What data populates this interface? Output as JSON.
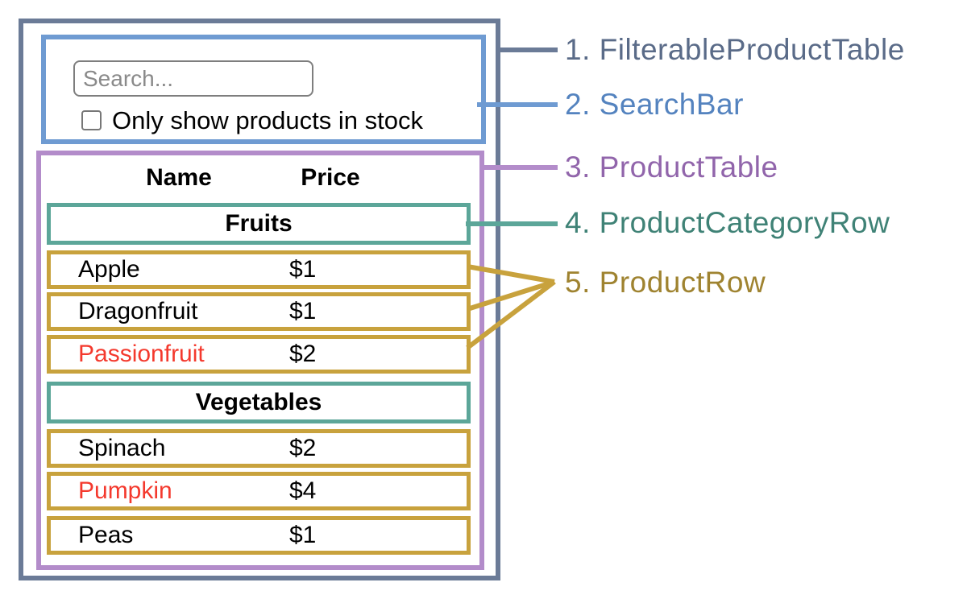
{
  "search_bar": {
    "placeholder": "Search...",
    "checkbox_label": "Only show products in stock",
    "checkbox_checked": false
  },
  "product_table": {
    "headers": {
      "name": "Name",
      "price": "Price"
    },
    "sections": [
      {
        "category": "Fruits",
        "rows": [
          {
            "name": "Apple",
            "price": "$1",
            "name_color": "#000000"
          },
          {
            "name": "Dragonfruit",
            "price": "$1",
            "name_color": "#000000"
          },
          {
            "name": "Passionfruit",
            "price": "$2",
            "name_color": "#F4392D"
          }
        ]
      },
      {
        "category": "Vegetables",
        "rows": [
          {
            "name": "Spinach",
            "price": "$2",
            "name_color": "#000000"
          },
          {
            "name": "Pumpkin",
            "price": "$4",
            "name_color": "#F4392D"
          },
          {
            "name": "Peas",
            "price": "$1",
            "name_color": "#000000"
          }
        ]
      }
    ]
  },
  "legend": [
    {
      "label": "1. FilterableProductTable",
      "color": "#5A6B88",
      "line_color": "#6B7B97"
    },
    {
      "label": "2. SearchBar",
      "color": "#5483BF",
      "line_color": "#6F9BD2"
    },
    {
      "label": "3. ProductTable",
      "color": "#9165AB",
      "line_color": "#B38CCA"
    },
    {
      "label": "4. ProductCategoryRow",
      "color": "#3F8276",
      "line_color": "#5CA699"
    },
    {
      "label": "5. ProductRow",
      "color": "#9F8330",
      "line_color": "#C8A23D"
    }
  ],
  "palette": {
    "filterable_product_table_border": "#6B7B97",
    "search_bar_border": "#6F9BD2",
    "product_table_border": "#B38CCA",
    "product_category_row_border": "#5CA699",
    "product_row_border": "#C8A23D",
    "out_of_stock_text": "#F4392D",
    "input_border": "#7E7E7E",
    "placeholder_text": "#8A8A8A"
  }
}
